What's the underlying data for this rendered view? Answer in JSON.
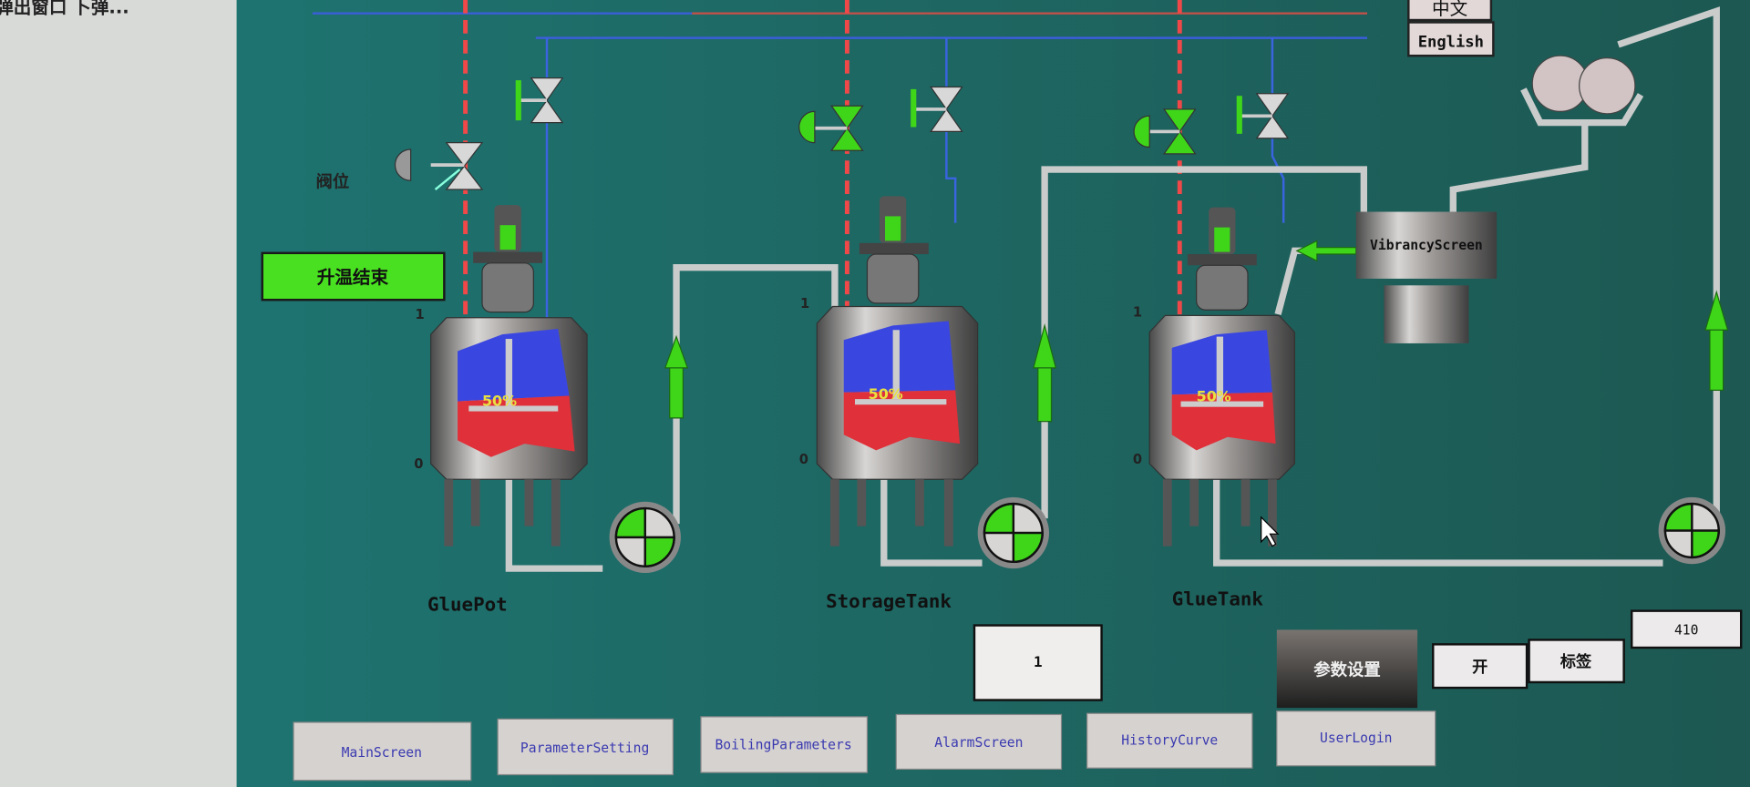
{
  "popup_text": "弹出窗口  卜弹...",
  "language": {
    "chinese": "中文",
    "english": "English"
  },
  "valve_position_label": "阀位",
  "heating_status_button": "升温结束",
  "tanks": [
    {
      "name": "GluePot",
      "level_text": "50%",
      "scale_max": "1",
      "scale_min": "0"
    },
    {
      "name": "StorageTank",
      "level_text": "50%",
      "scale_max": "1",
      "scale_min": "0"
    },
    {
      "name": "GlueTank",
      "level_text": "50%",
      "scale_max": "1",
      "scale_min": "0"
    }
  ],
  "vibrancy_screen_label": "VibrancyScreen",
  "value_box": "1",
  "param_settings_button": "参数设置",
  "open_button": "开",
  "label_button": "标签",
  "numeric_display": "410",
  "nav": [
    {
      "label": "MainScreen"
    },
    {
      "label": "ParameterSetting"
    },
    {
      "label": "BoilingParameters"
    },
    {
      "label": "AlarmScreen"
    },
    {
      "label": "HistoryCurve"
    },
    {
      "label": "UserLogin"
    }
  ],
  "colors": {
    "background": "#1f6c68",
    "active_green": "#3fd61a",
    "pipe": "#c9cccb",
    "liquid_top": "#3a46e0",
    "liquid_bottom": "#e0303a"
  }
}
